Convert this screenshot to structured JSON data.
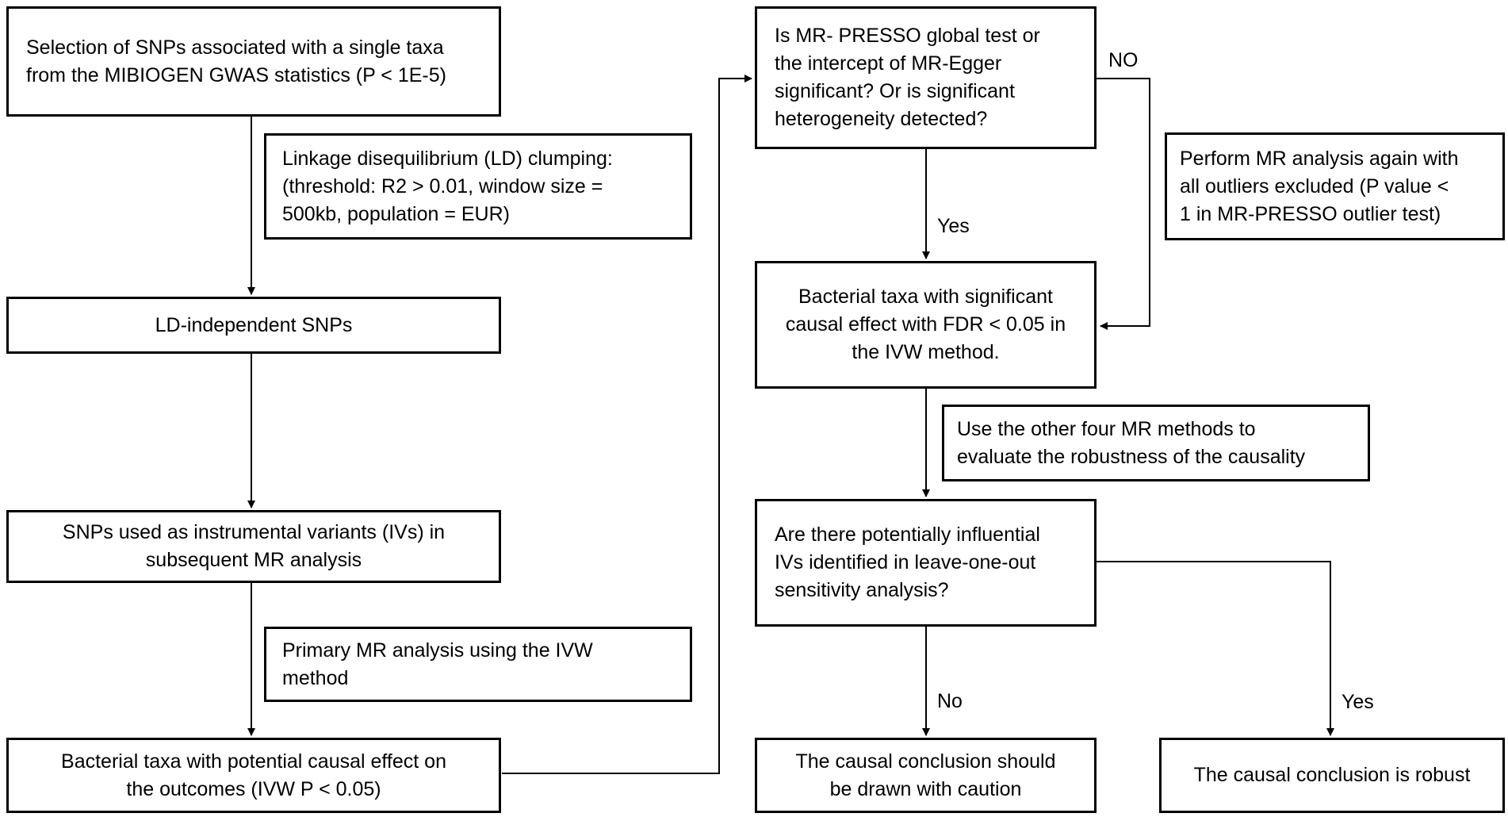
{
  "boxes": {
    "b1": "Selection of SNPs associated with a single taxa\nfrom the MIBIOGEN GWAS statistics (P < 1E-5)",
    "b2": "Linkage disequilibrium (LD) clumping:\n(threshold: R2 > 0.01, window size =\n500kb, population = EUR)",
    "b3": "LD-independent SNPs",
    "b4": "SNPs used as instrumental variants (IVs) in\nsubsequent MR analysis",
    "b5": "Primary MR analysis using the IVW\nmethod",
    "b6": "Bacterial taxa with potential causal effect on\nthe outcomes (IVW P < 0.05)",
    "b7": "Is MR- PRESSO global test or\nthe intercept of MR-Egger\nsignificant? Or is significant\nheterogeneity detected?",
    "b8": "Perform MR analysis again with\nall outliers excluded (P value <\n1 in MR-PRESSO outlier test)",
    "b9": "Bacterial taxa with significant\ncausal effect with FDR < 0.05 in\nthe IVW method.",
    "b10": "Use the other four MR methods to\nevaluate the robustness of the causality",
    "b11": "Are there potentially influential\nIVs identified in leave-one-out\nsensitivity analysis?",
    "b12": "The causal conclusion should\nbe drawn with caution",
    "b13": "The causal conclusion is robust"
  },
  "labels": {
    "no_top": "NO",
    "yes_mid": "Yes",
    "no_bottom": "No",
    "yes_bottom": "Yes"
  }
}
